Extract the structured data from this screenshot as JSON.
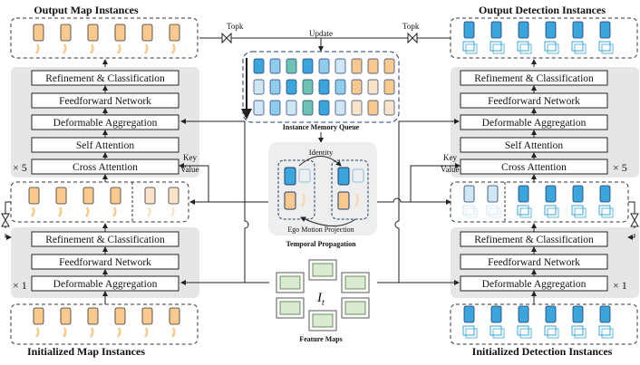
{
  "titles": {
    "output_map": "Output Map Instances",
    "output_det": "Output Detection Instances",
    "init_map": "Initialized Map Instances",
    "init_det": "Initialized Detection Instances",
    "memory_queue": "Instance Memory Queue",
    "temporal": "Temporal Propagation",
    "feature_maps": "Feature Maps"
  },
  "labels": {
    "topk": "Topk",
    "update": "Update",
    "identity": "Identity",
    "ego_motion": "Ego Motion Projection",
    "key": "Key",
    "value": "Value",
    "x5": "× 5",
    "x1": "× 1",
    "feature_symbol": "I",
    "feature_subscript": "t"
  },
  "blocks": {
    "refine": "Refinement & Classification",
    "ffn": "Feedforward Network",
    "deform": "Deformable Aggregation",
    "self_attn": "Self Attention",
    "cross_attn": "Cross Attention"
  },
  "colors": {
    "map_fill": "#f9c98e",
    "map_light": "#fbe3c8",
    "det_fill": "#3aa6dc",
    "det_light": "#cfe6f5",
    "block_bg": "#e6e6e6",
    "feature_fill": "#d9ead0",
    "memory_teal": "#6dc3b4"
  }
}
